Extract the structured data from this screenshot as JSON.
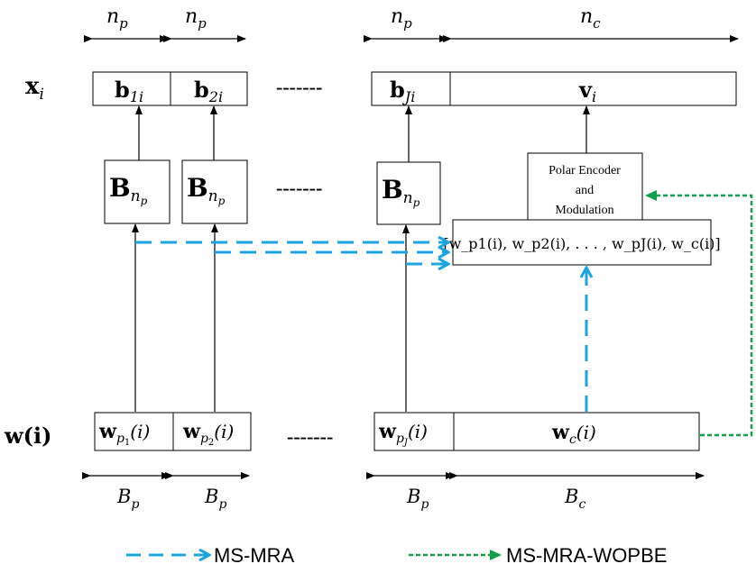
{
  "colors": {
    "ms_mra": "#1ba4e0",
    "ms_mra_wopbe": "#14a04a",
    "ink": "#000000"
  },
  "labels": {
    "xi": "x",
    "xi_sub": "i",
    "wi": "w(i)",
    "np": "n",
    "np_sub": "p",
    "nc": "n",
    "nc_sub": "c",
    "Bp": "B",
    "Bp_sub": "p",
    "Bc": "B",
    "Bc_sub": "c",
    "dots": "-------"
  },
  "x_blocks": {
    "b1": {
      "main": "b",
      "sub": "1i"
    },
    "b2": {
      "main": "b",
      "sub": "2i"
    },
    "bJ": {
      "main": "b",
      "sub": "Ji"
    },
    "v": {
      "main": "v",
      "sub": "i"
    }
  },
  "encoder_blocks": {
    "main": "B",
    "sub": "n",
    "subsub": "p"
  },
  "polar_encoder": {
    "line1": "Polar Encoder",
    "line2": "and",
    "line3": "Modulation"
  },
  "combined_vector": "[w_p1(i), w_p2(i), . . . , w_pJ(i), w_c(i)]",
  "w_blocks": {
    "wp1": {
      "main": "w",
      "sub": "p",
      "subsub": "1",
      "arg": "(i)"
    },
    "wp2": {
      "main": "w",
      "sub": "p",
      "subsub": "2",
      "arg": "(i)"
    },
    "wpJ": {
      "main": "w",
      "sub": "p",
      "subsub": "J",
      "arg": "(i)"
    },
    "wc": {
      "main": "w",
      "sub": "c",
      "arg": "(i)"
    }
  },
  "legend": {
    "ms_mra": "MS-MRA",
    "ms_mra_wopbe": "MS-MRA-WOPBE"
  }
}
